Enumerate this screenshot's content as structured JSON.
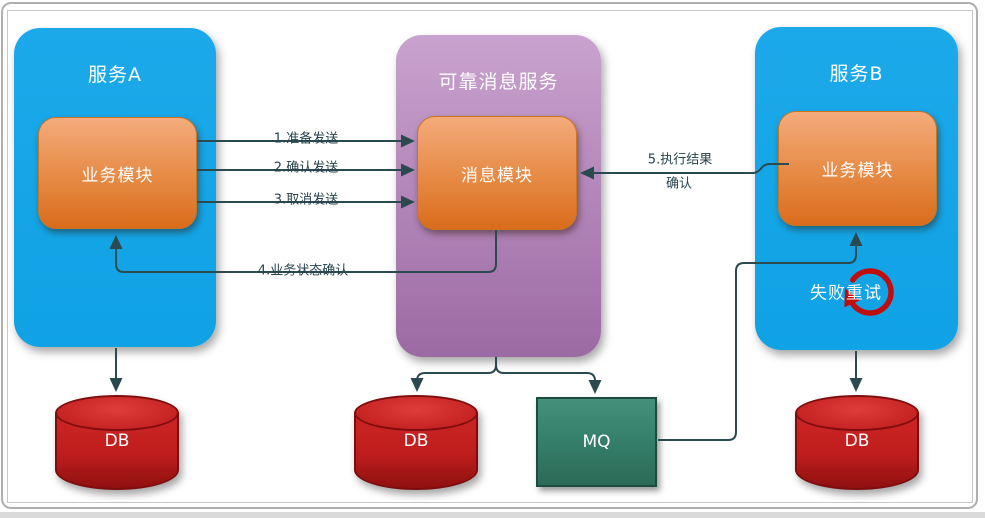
{
  "diagram": {
    "service_a": {
      "title": "服务A",
      "module": "业务模块",
      "db": "DB"
    },
    "message_service": {
      "title": "可靠消息服务",
      "module": "消息模块",
      "db": "DB",
      "mq": "MQ"
    },
    "service_b": {
      "title": "服务B",
      "module": "业务模块",
      "db": "DB",
      "retry": "失败重试"
    },
    "edges": {
      "e1": "1.准备发送",
      "e2": "2.确认发送",
      "e3": "3.取消发送",
      "e4": "4.业务状态确认",
      "e5_line1": "5.执行结果",
      "e5_line2": "确认"
    },
    "colors": {
      "service_panel": "#10A5E7",
      "message_panel_top": "#C9A2CE",
      "message_panel_bottom": "#9C6AA3",
      "module_top": "#F4AB7B",
      "module_bottom": "#D96C1C",
      "db_red": "#BF1D1D",
      "mq_green": "#35816B",
      "connector": "#2B4A50",
      "retry_icon_red": "#C00D0D"
    }
  }
}
